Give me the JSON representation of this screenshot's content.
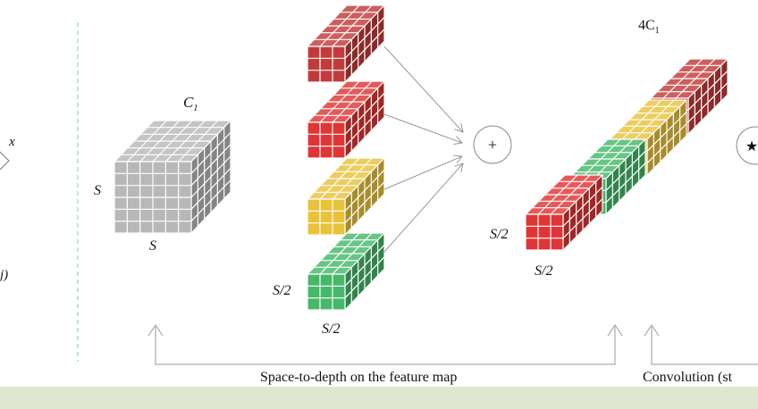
{
  "left_fragment": {
    "x_label": "x",
    "j_label": "j)"
  },
  "input_cube": {
    "channel_label": "C",
    "channel_subscript": "1",
    "height_label": "S",
    "width_label": "S",
    "color": "#b8b8b8"
  },
  "slices": {
    "colors": [
      "#c23b3b",
      "#e03535",
      "#e8c23a",
      "#46b86a"
    ],
    "height_label": "S/2",
    "width_label": "S/2"
  },
  "concat_symbol": "+",
  "output_block": {
    "channel_label": "4C",
    "channel_subscript": "1",
    "height_label": "S/2",
    "width_label": "S/2",
    "colors": [
      "#c23b3b",
      "#e8c23a",
      "#46b86a",
      "#e03535"
    ]
  },
  "right_fragment": {
    "symbol": "★"
  },
  "captions": {
    "space_to_depth": "Space-to-depth on the feature map",
    "convolution": "Convolution (st"
  },
  "colors": {
    "arrow": "#999999",
    "divider": "#8fd3cf",
    "bottom_bar": "#dfe8cf"
  }
}
